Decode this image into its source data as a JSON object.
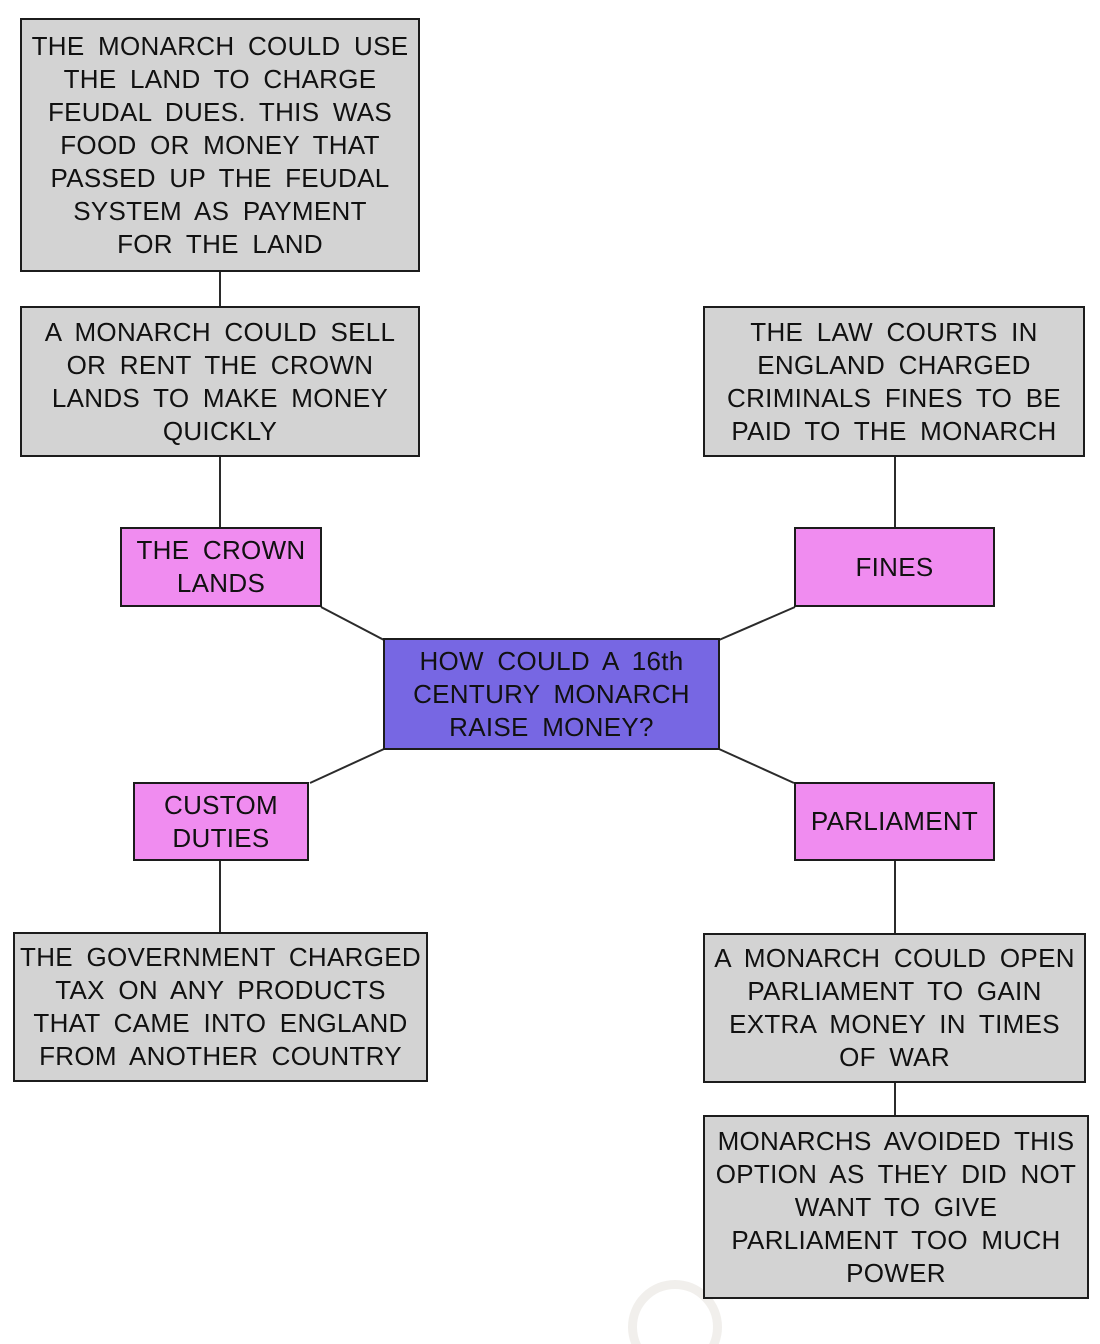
{
  "colors": {
    "topic_fill": "#7767e3",
    "branch_fill": "#f08cf0",
    "note_fill": "#d3d3d3",
    "border": "#1c1c1c",
    "connector": "#2b2b2b",
    "text": "#111111",
    "background": "#ffffff"
  },
  "diagram": {
    "topic": {
      "label": "HOW COULD A 16th\nCENTURY MONARCH\nRAISE MONEY?"
    },
    "branches": {
      "crown_lands": {
        "label": "THE CROWN\nLANDS"
      },
      "fines": {
        "label": "FINES"
      },
      "custom_duties": {
        "label": "CUSTOM\nDUTIES"
      },
      "parliament": {
        "label": "PARLIAMENT"
      }
    },
    "notes": {
      "feudal_dues": {
        "text": "THE MONARCH COULD USE\nTHE LAND TO CHARGE\nFEUDAL DUES. THIS WAS\nFOOD OR MONEY THAT\nPASSED UP THE FEUDAL\nSYSTEM AS PAYMENT\nFOR THE LAND"
      },
      "sell_rent": {
        "text": "A MONARCH COULD SELL\nOR RENT THE CROWN\nLANDS TO MAKE MONEY\nQUICKLY"
      },
      "law_courts": {
        "text": "THE LAW COURTS IN\nENGLAND CHARGED\nCRIMINALS FINES TO BE\nPAID TO THE MONARCH"
      },
      "customs_tax": {
        "text": "THE GOVERNMENT CHARGED\nTAX ON ANY PRODUCTS\nTHAT CAME INTO ENGLAND\nFROM ANOTHER COUNTRY"
      },
      "open_parliament": {
        "text": "A MONARCH COULD OPEN\nPARLIAMENT TO GAIN\nEXTRA MONEY IN TIMES\nOF WAR"
      },
      "avoid_parliament": {
        "text": "MONARCHS AVOIDED THIS\nOPTION AS THEY DID NOT\nWANT TO GIVE\nPARLIAMENT TOO MUCH\nPOWER"
      }
    }
  }
}
